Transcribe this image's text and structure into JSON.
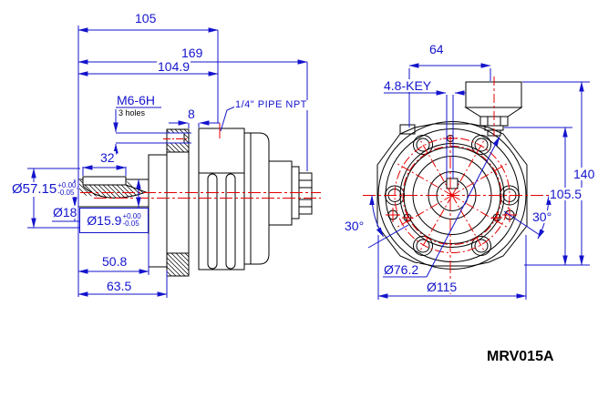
{
  "drawing_title": "MRV015A",
  "colors": {
    "dimension_blue": "#1414cd",
    "centerline_red": "#e60000",
    "outline_black": "#000000"
  },
  "side_view": {
    "dimensions": {
      "shaft_to_port": "105",
      "overall_length": "169",
      "body_length": "104.9",
      "thread_spec": "M6-6H",
      "thread_note": "3 holes",
      "flange_step": "8",
      "port_label": "1/4\" PIPE NPT",
      "key_length": "32",
      "pilot_diameter": {
        "value": "Ø57.15",
        "tolerance_plus": "+0.00",
        "tolerance_minus": "-0.05"
      },
      "shaft_rear_diameter": "Ø18",
      "shaft_diameter": {
        "value": "Ø15.9",
        "tolerance_plus": "+0.00",
        "tolerance_minus": "-0.05"
      },
      "shaft_length": "50.8",
      "front_length": "63.5"
    }
  },
  "front_view": {
    "dimensions": {
      "tank_offset": "64",
      "key_spec": "4.8-KEY",
      "overall_height": "140",
      "body_height": "105.5",
      "angle_left": "30°",
      "angle_right": "30°",
      "bolt_circle_diameter": "Ø76.2",
      "flange_diameter": "Ø115"
    }
  }
}
